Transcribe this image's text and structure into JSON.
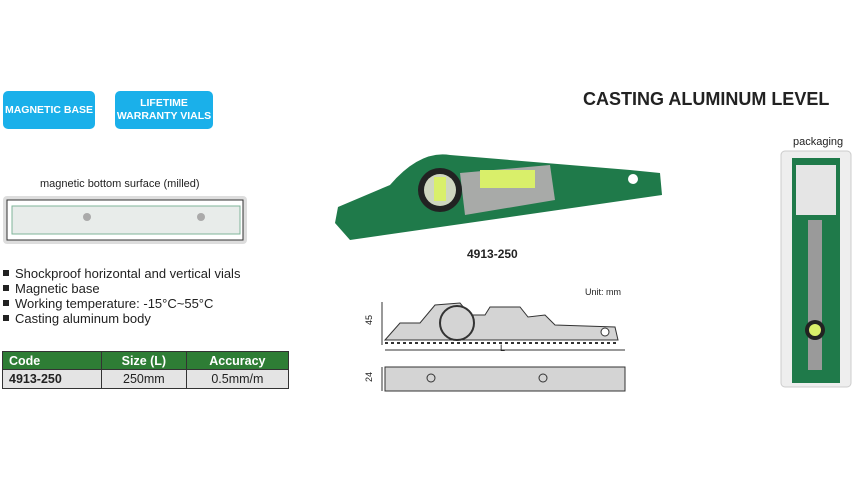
{
  "badges": [
    "MAGNETIC BASE",
    "LIFETIME\nWARRANTY VIALS"
  ],
  "title": "CASTING ALUMINUM LEVEL",
  "bottom_caption": "magnetic bottom surface (milled)",
  "features": [
    "Shockproof horizontal and vertical vials",
    "Magnetic base",
    "Working temperature: -15°C~55°C",
    "Casting aluminum body"
  ],
  "table": {
    "headers": [
      "Code",
      "Size (L)",
      "Accuracy"
    ],
    "rows": [
      [
        "4913-250",
        "250mm",
        "0.5mm/m"
      ]
    ]
  },
  "product_code": "4913-250",
  "unit": "Unit: mm",
  "dims": {
    "height": "45",
    "length": "L",
    "width": "24"
  },
  "packaging": "packaging",
  "colors": {
    "badge": "#1ab0ea",
    "table_header": "#2e7d35",
    "product": "#1f7a4a"
  }
}
